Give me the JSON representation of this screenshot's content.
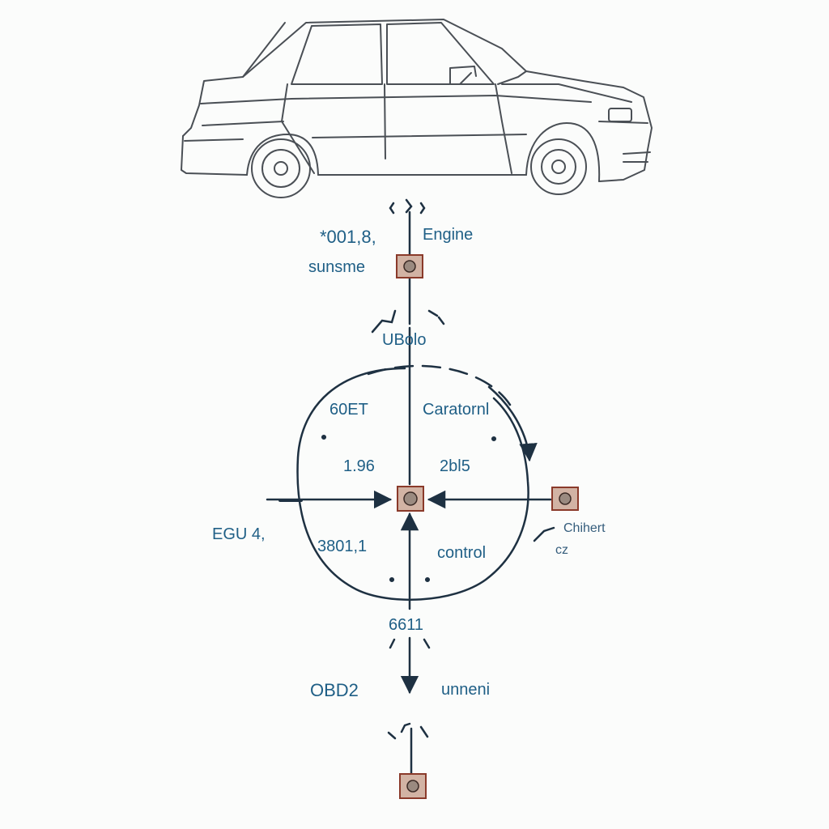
{
  "colors": {
    "ink": "#1e3142",
    "car_line": "#4a4f55",
    "label": "#1f5f86",
    "node_fill": "#c9a99b",
    "node_border": "#8a3a2a",
    "background": "#fbfcfb"
  },
  "labels": {
    "top_code": "*001,8,",
    "engine": "Engine",
    "sunsm": "sunsme",
    "ubolo": "UBolo",
    "left_upper": "60ET",
    "caratorn": "Caratornl",
    "left_mid": "1.96",
    "right_mid": "2bl5",
    "egu": "EGU 4,",
    "left_lower": "3801,1",
    "control": "control",
    "chihert": "Chihert",
    "chihert_sub": "cz",
    "bottom_code": "6611",
    "obd2": "OBD2",
    "unneni": "unneni"
  }
}
